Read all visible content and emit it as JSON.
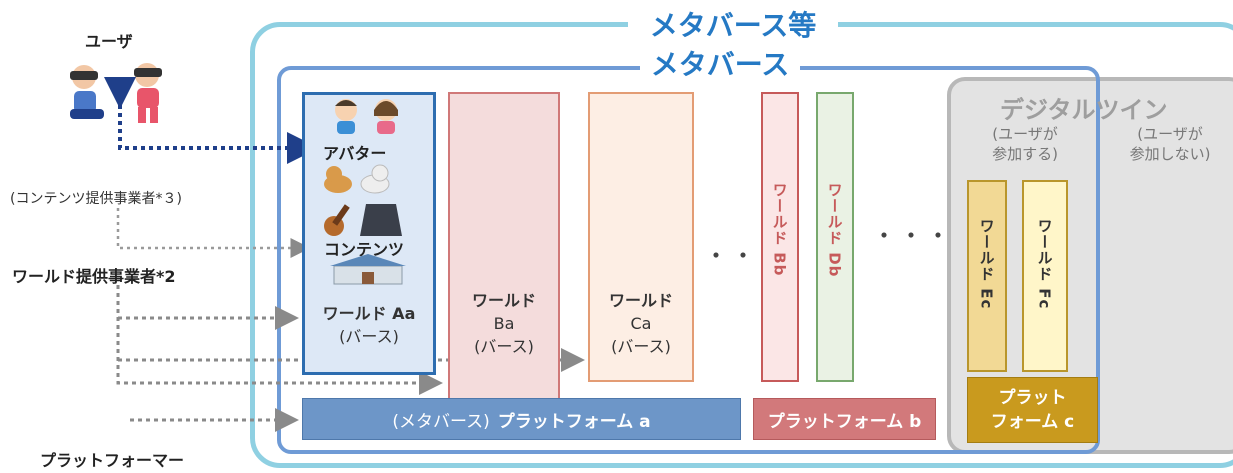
{
  "titles": {
    "metaverse_etc": "メタバース等",
    "metaverse": "メタバース",
    "digital_twin": "デジタルツイン",
    "dt_participating": "(ユーザが\n参加する)",
    "dt_not_participating": "(ユーザが\n参加しない)"
  },
  "actors": {
    "user": "ユーザ",
    "content_provider": "(コンテンツ提供事業者*３)",
    "world_provider": "ワールド提供事業者*2",
    "platformer": "プラットフォーマー"
  },
  "world_aa": {
    "avatar": "アバター",
    "content": "コンテンツ",
    "label": "ワールド Aa",
    "sub": "(バース)"
  },
  "world_ba": {
    "label": "ワールド",
    "id": "Ba",
    "sub": "(バース)"
  },
  "world_ca": {
    "label": "ワールド",
    "id": "Ca",
    "sub": "(バース)"
  },
  "world_bb": "ワールド Bb",
  "world_db": "ワールド Db",
  "world_ec": "ワールド Ec",
  "world_fc": "ワールド Fc",
  "ellipsis_1": "・・・",
  "ellipsis_2": "・・・",
  "platforms": {
    "a_prefix": "(メタバース)",
    "a_main": "プラットフォーム a",
    "b": "プラットフォーム b",
    "c_line1": "プラット",
    "c_line2": "フォーム c"
  },
  "icons": [
    "user-icon",
    "avatar-icon",
    "pet-icon",
    "guitar-icon",
    "jacket-icon",
    "building-icon"
  ],
  "colors": {
    "outer_frame": "#8fd0e2",
    "metaverse_frame": "#6f9bd6",
    "title_blue": "#2579c4",
    "platform_a": "#6d96c8",
    "platform_b": "#d2797b",
    "platform_c": "#c99a1e"
  }
}
